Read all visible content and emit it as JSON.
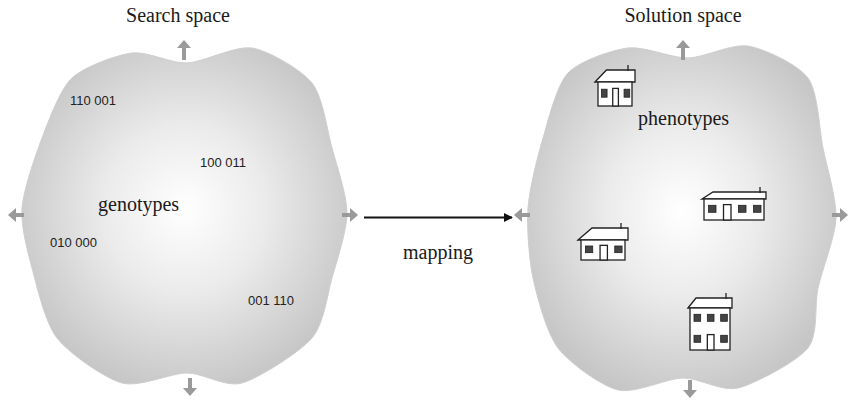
{
  "diagram": {
    "nodes": [
      {
        "text": [
          "Search space",
          "110 001",
          "100 011",
          "genotypes",
          "010 000",
          "001 110"
        ]
      },
      {
        "text": [
          "Solution space",
          "phenotypes"
        ]
      }
    ],
    "edges": [
      {
        "from": 0,
        "to": 1,
        "arrow": "to",
        "label": "mapping"
      }
    ]
  }
}
